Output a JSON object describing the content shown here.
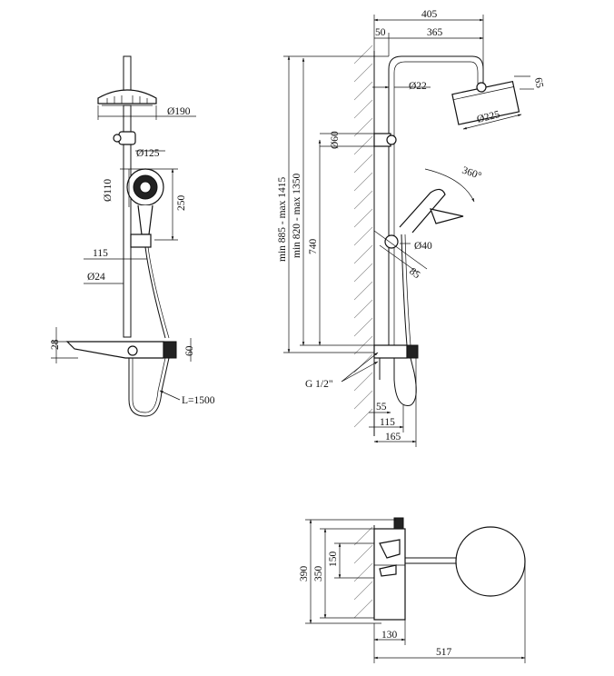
{
  "front_view": {
    "head_diameter": "Ø190",
    "handset_diameter_125": "Ø125",
    "handset_diameter_110": "Ø110",
    "handset_height": "250",
    "pipe_offset": "115",
    "pipe_diameter": "Ø24",
    "shelf_height": "28",
    "shelf_depth": "60",
    "hose_length": "L=1500"
  },
  "side_view": {
    "total_reach": "405",
    "wall_offset": "50",
    "arm_length": "365",
    "arm_diameter": "Ø22",
    "head_tilt": "65",
    "head_diameter": "Ø225",
    "bracket_diameter": "Ø60",
    "rotation": "360°",
    "height_max": "min 885 - max 1415",
    "height_mid": "min 820 - max 1350",
    "lower_height": "740",
    "holder_diameter": "Ø40",
    "holder_size": "85",
    "thread": "G 1/2\"",
    "bottom_55": "55",
    "bottom_115": "115",
    "bottom_165": "165"
  },
  "top_view": {
    "height_390": "390",
    "height_350": "350",
    "height_150": "150",
    "depth_130": "130",
    "width_517": "517"
  }
}
